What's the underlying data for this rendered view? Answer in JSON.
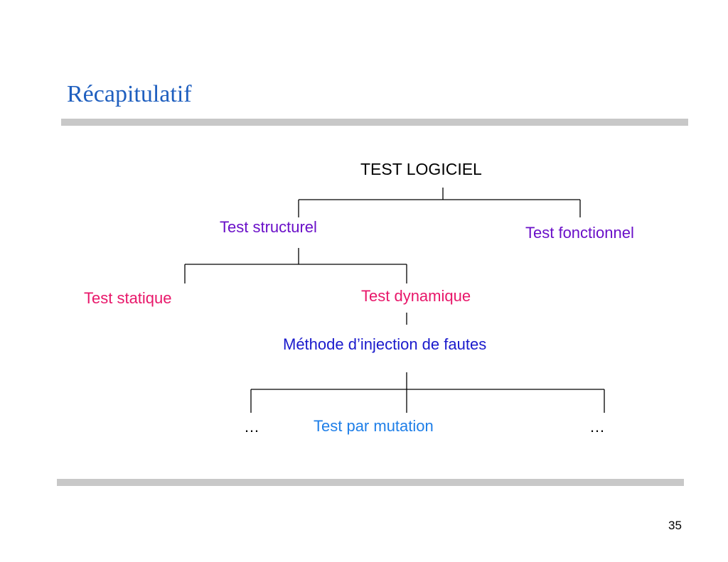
{
  "slide": {
    "title": "Récapitulatif",
    "page_number": "35"
  },
  "tree": {
    "root": {
      "label": "TEST LOGICIEL",
      "color": "#000000"
    },
    "structurel": {
      "label": "Test structurel",
      "color": "#6a0fc8"
    },
    "fonctionnel": {
      "label": "Test fonctionnel",
      "color": "#6a0fc8"
    },
    "statique": {
      "label": "Test statique",
      "color": "#e8176a"
    },
    "dynamique": {
      "label": "Test dynamique",
      "color": "#e8176a"
    },
    "injection": {
      "label": "Méthode d’injection de fautes",
      "color": "#1a1acc"
    },
    "mutation": {
      "label": "Test par mutation",
      "color": "#1f7fe8"
    },
    "ellipsis_left": {
      "label": "…"
    },
    "ellipsis_right": {
      "label": "…"
    }
  },
  "colors": {
    "title": "#1f5fbf",
    "rule": "#c8c8c8"
  }
}
